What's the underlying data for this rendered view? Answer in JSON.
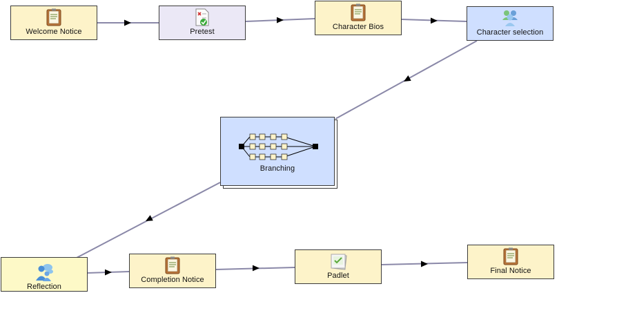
{
  "nodes": {
    "welcome": {
      "label": "Welcome Notice",
      "icon": "notebook-icon"
    },
    "pretest": {
      "label": "Pretest",
      "icon": "test-document-icon"
    },
    "bios": {
      "label": "Character Bios",
      "icon": "notebook-icon"
    },
    "charsel": {
      "label": "Character selection",
      "icon": "user-group-icon"
    },
    "branching": {
      "label": "Branching",
      "icon": "branching-icon"
    },
    "reflection": {
      "label": "Reflection",
      "icon": "people-chat-icon"
    },
    "completion": {
      "label": "Completion Notice",
      "icon": "notebook-icon"
    },
    "padlet": {
      "label": "Padlet",
      "icon": "image-board-icon"
    },
    "final": {
      "label": "Final Notice",
      "icon": "notebook-icon"
    }
  },
  "colors": {
    "activity_fill": "#fdf3c9",
    "assessment_fill": "#ebe8f6",
    "grouping_fill": "#cfdfff",
    "reflection_fill": "#fdf9c7",
    "connector": "#8a88a8"
  }
}
